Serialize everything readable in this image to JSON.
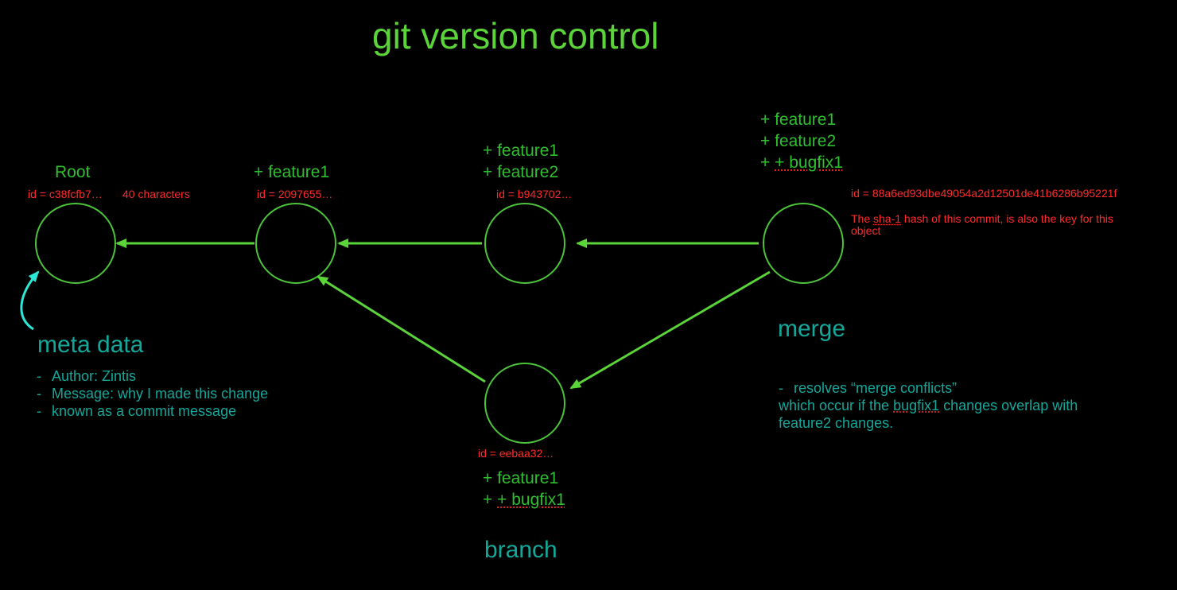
{
  "title": "git version control",
  "commits": {
    "root": {
      "label": "Root",
      "id": "id = c38fcfb7…",
      "id_note": "40 characters"
    },
    "c2": {
      "lines": [
        "+ feature1"
      ],
      "id": "id = 2097655…"
    },
    "c3": {
      "lines": [
        "+ feature1",
        "+ feature2"
      ],
      "id": "id = b943702…"
    },
    "merge": {
      "lines": [
        "+ feature1",
        "+ feature2",
        "+ bugfix1"
      ],
      "id": "id = 88a6ed93dbe49054a2d12501de41b6286b95221f",
      "note_line1_a": "The ",
      "note_line1_b": "sha-1",
      "note_line1_c": " hash of this commit, is also the key for this",
      "note_line2": "object"
    },
    "branch": {
      "id": "id = eebaa32…",
      "lines": [
        "+ feature1",
        "+ bugfix1"
      ]
    }
  },
  "meta": {
    "heading": "meta data",
    "items": [
      "Author: Zintis",
      "Message: why I made this change",
      "known as a commit message"
    ]
  },
  "merge_section": {
    "heading": "merge",
    "line1": "resolves “merge conflicts”",
    "line2_a": "which occur if the ",
    "line2_b": "bugfix1",
    "line2_c": " changes overlap with",
    "line3": "feature2 changes."
  },
  "branch_section": {
    "heading": "branch"
  },
  "colors": {
    "title": "#5bd43a",
    "node_stroke": "#4cc43a",
    "arrow": "#5bd43a",
    "label_green": "#2fbf2f",
    "id_red": "#ff2a2a",
    "teal": "#14a79a",
    "cyan_arrow": "#2ee6d6",
    "background": "#000000"
  }
}
